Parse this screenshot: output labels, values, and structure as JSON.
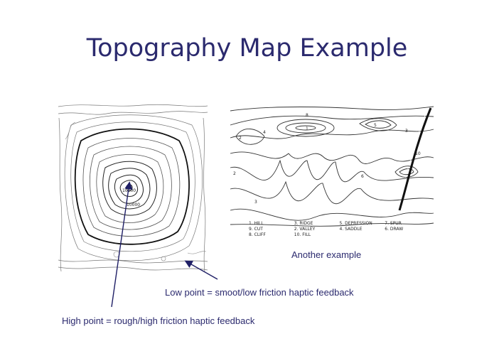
{
  "slide": {
    "title": "Topography Map Example"
  },
  "captions": {
    "another": "Another example",
    "low": "Low point = smoot/low friction haptic feedback",
    "high": "High point = rough/high friction haptic feedback"
  },
  "left_map": {
    "labels": [
      "10000",
      "10000"
    ]
  },
  "right_map": {
    "contour_numbers": [
      "1",
      "2",
      "4",
      "8",
      "5",
      "3",
      "10",
      "2",
      "3",
      "6"
    ],
    "legend": [
      "1. HILL",
      "3. RIDGE",
      "5. DEPRESSION",
      "7. SPUR",
      "9. CUT",
      "2. VALLEY",
      "4. SADDLE",
      "6. DRAW",
      "8. CLIFF",
      "10. FILL"
    ]
  },
  "colors": {
    "title": "#2b2a6e",
    "caption": "#2b2a6e",
    "arrow": "#1f1f66"
  }
}
